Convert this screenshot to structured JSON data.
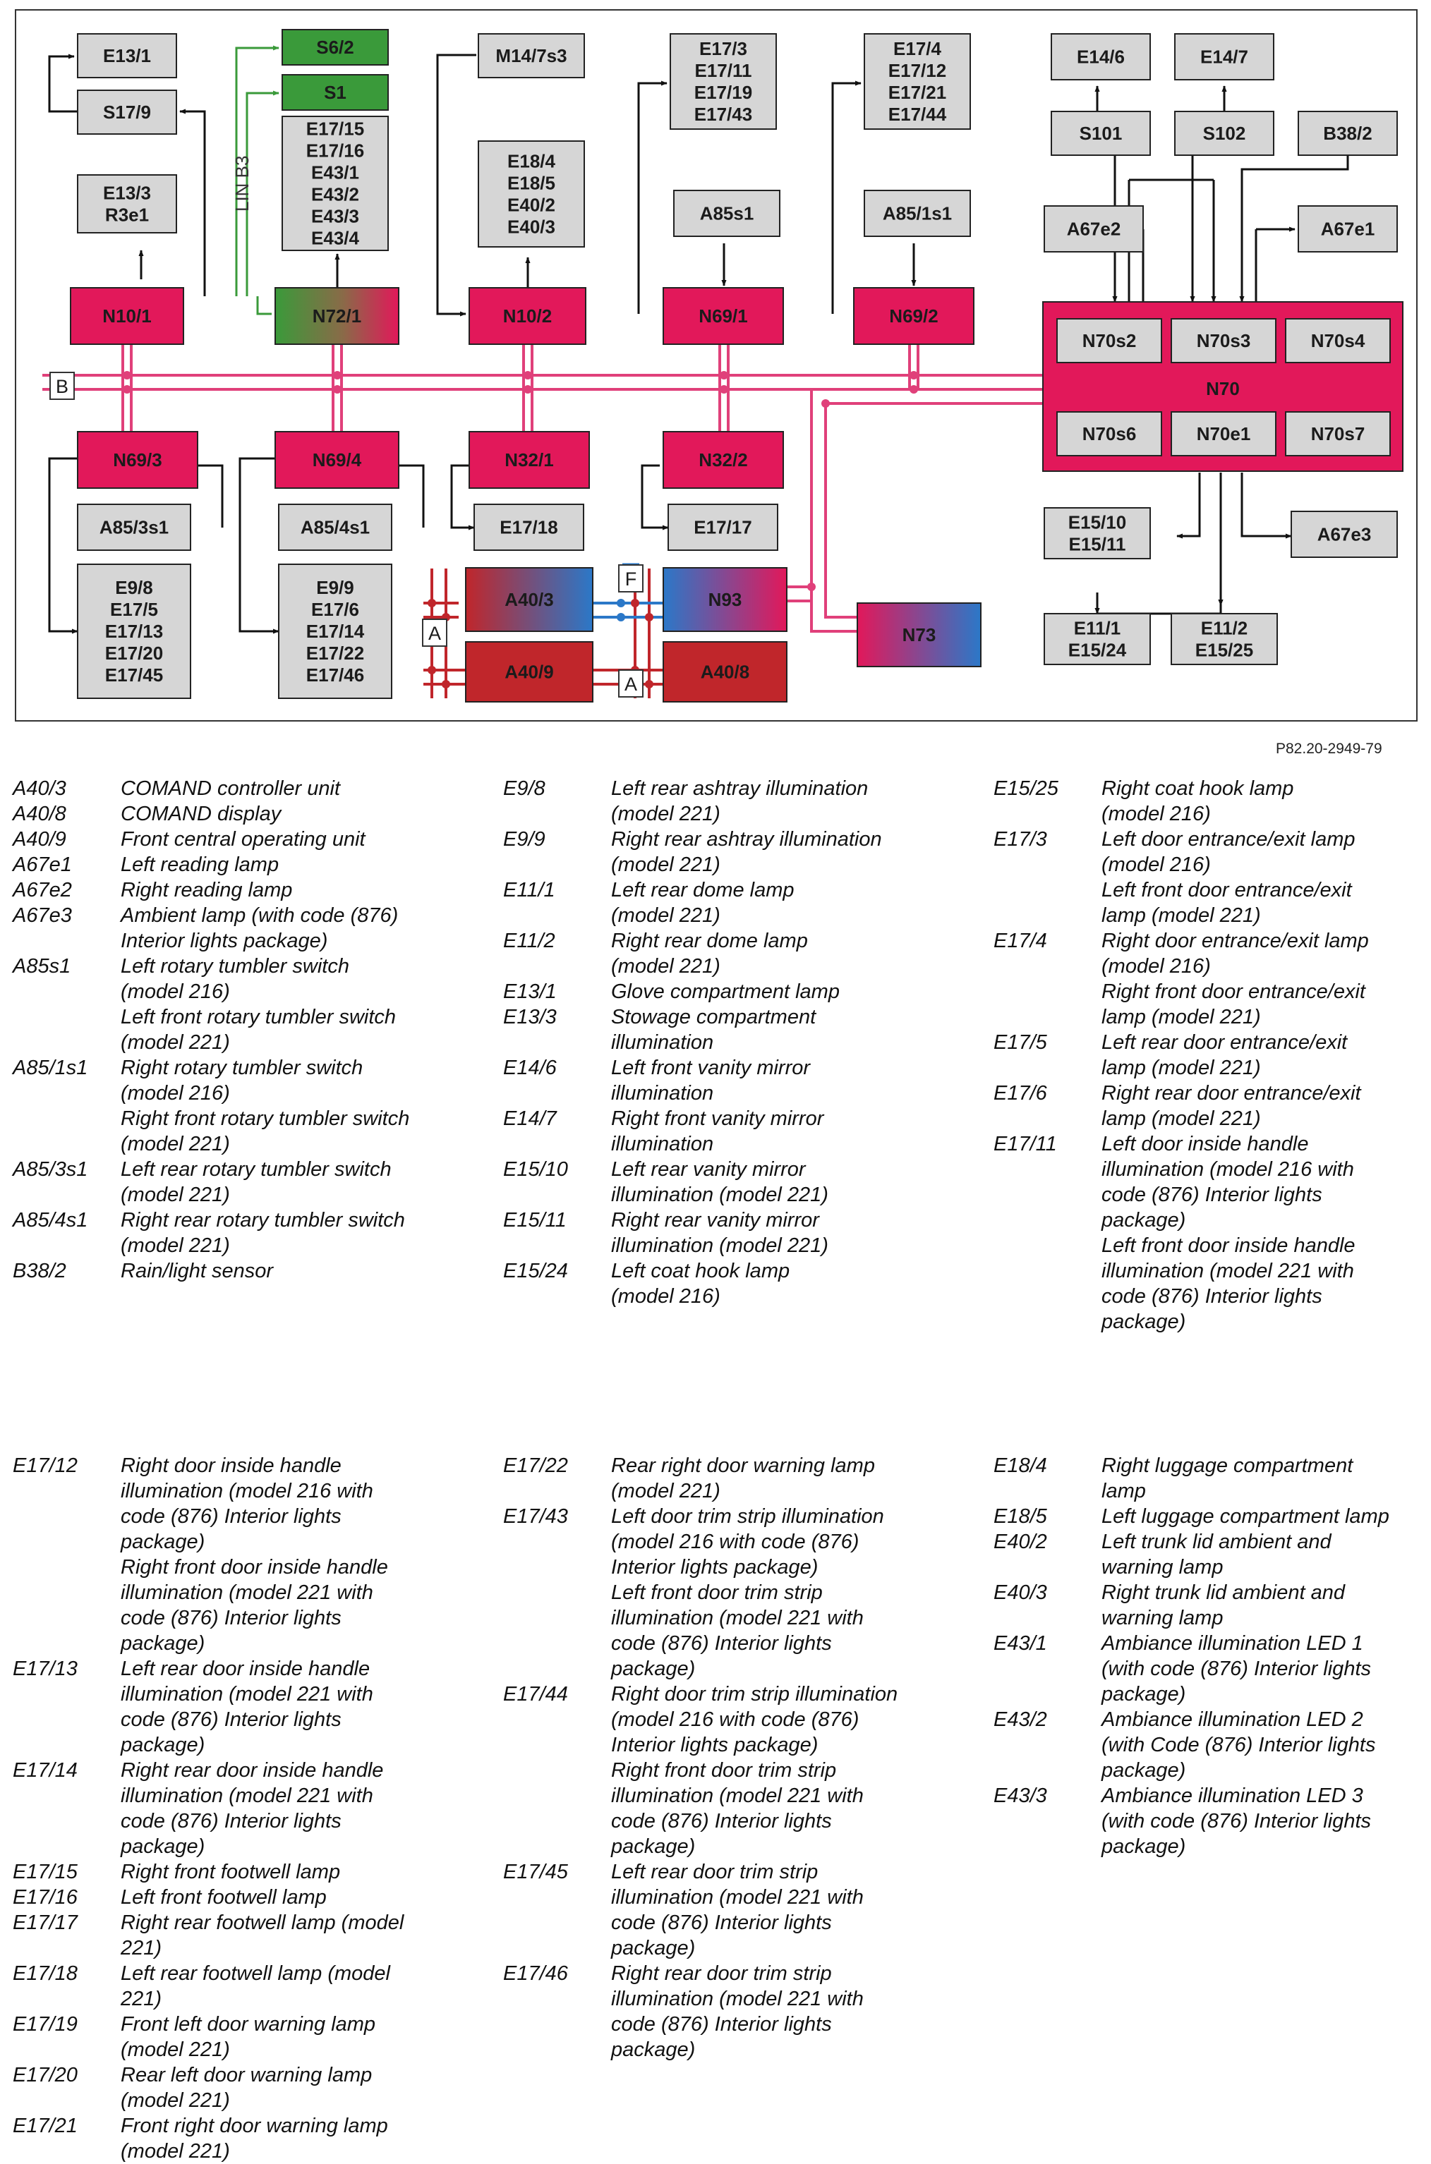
{
  "diagram": {
    "gray_boxes": {
      "E13_1": [
        "E13/1"
      ],
      "S17_9": [
        "S17/9"
      ],
      "E13_3": [
        "E13/3",
        "R3e1"
      ],
      "E17_15": [
        "E17/15",
        "E17/16",
        "E43/1",
        "E43/2",
        "E43/3",
        "E43/4"
      ],
      "M14_7s3": [
        "M14/7s3"
      ],
      "E18_4": [
        "E18/4",
        "E18/5",
        "E40/2",
        "E40/3"
      ],
      "E17_3": [
        "E17/3",
        "E17/11",
        "E17/19",
        "E17/43"
      ],
      "A85s1": [
        "A85s1"
      ],
      "E17_4": [
        "E17/4",
        "E17/12",
        "E17/21",
        "E17/44"
      ],
      "A85_1s1": [
        "A85/1s1"
      ],
      "E14_6": [
        "E14/6"
      ],
      "E14_7": [
        "E14/7"
      ],
      "S101": [
        "S101"
      ],
      "S102": [
        "S102"
      ],
      "B38_2": [
        "B38/2"
      ],
      "A67e2": [
        "A67e2"
      ],
      "A67e1": [
        "A67e1"
      ],
      "N70s2": [
        "N70s2"
      ],
      "N70s3": [
        "N70s3"
      ],
      "N70s4": [
        "N70s4"
      ],
      "N70s6": [
        "N70s6"
      ],
      "N70e1": [
        "N70e1"
      ],
      "N70s7": [
        "N70s7"
      ],
      "A85_3s1": [
        "A85/3s1"
      ],
      "A85_4s1": [
        "A85/4s1"
      ],
      "E17_18": [
        "E17/18"
      ],
      "E17_17": [
        "E17/17"
      ],
      "E9_8": [
        "E9/8",
        "E17/5",
        "E17/13",
        "E17/20",
        "E17/45"
      ],
      "E9_9": [
        "E9/9",
        "E17/6",
        "E17/14",
        "E17/22",
        "E17/46"
      ],
      "E15_10": [
        "E15/10",
        "E15/11"
      ],
      "A67e3": [
        "A67e3"
      ],
      "E11_1": [
        "E11/1",
        "E15/24"
      ],
      "E11_2": [
        "E11/2",
        "E15/25"
      ]
    },
    "green_boxes": {
      "S6_2": "S6/2",
      "S1": "S1"
    },
    "control_units": {
      "N10_1": "N10/1",
      "N72_1": "N72/1",
      "N10_2": "N10/2",
      "N69_1": "N69/1",
      "N69_2": "N69/2",
      "N69_3": "N69/3",
      "N69_4": "N69/4",
      "N32_1": "N32/1",
      "N32_2": "N32/2",
      "N70": "N70",
      "A40_3": "A40/3",
      "N93": "N93",
      "A40_9": "A40/9",
      "A40_8": "A40/8",
      "N73": "N73"
    },
    "bus_labels": {
      "B": "B",
      "A": "A",
      "A2": "A",
      "F": "F",
      "lin": "LIN B3"
    },
    "colors": {
      "red_unit": "#e2185a",
      "green_unit": "#3a9a3a",
      "gray_box": "#d6d6d6",
      "bus_line": "#e0407a",
      "blue_line": "#2b78c8",
      "dark_red": "#c0262b"
    }
  },
  "reference": "P82.20-2949-79",
  "legend": [
    {
      "code": "A40/3",
      "desc": [
        "COMAND controller unit"
      ]
    },
    {
      "code": "A40/8",
      "desc": [
        "COMAND display"
      ]
    },
    {
      "code": "A40/9",
      "desc": [
        "Front central operating unit"
      ]
    },
    {
      "code": "A67e1",
      "desc": [
        "Left reading lamp"
      ]
    },
    {
      "code": "A67e2",
      "desc": [
        "Right reading lamp"
      ]
    },
    {
      "code": "A67e3",
      "desc": [
        "Ambient lamp (with code (876)",
        "Interior lights package)"
      ]
    },
    {
      "code": "A85s1",
      "desc": [
        "Left rotary tumbler switch",
        "(model 216)",
        "Left front rotary tumbler switch",
        "(model 221)"
      ]
    },
    {
      "code": "A85/1s1",
      "desc": [
        "Right rotary tumbler switch",
        "(model 216)",
        "Right front rotary tumbler switch",
        "(model 221)"
      ]
    },
    {
      "code": "A85/3s1",
      "desc": [
        "Left rear rotary tumbler switch",
        "(model 221)"
      ]
    },
    {
      "code": "A85/4s1",
      "desc": [
        "Right rear rotary tumbler switch",
        "(model 221)"
      ]
    },
    {
      "code": "B38/2",
      "desc": [
        "Rain/light sensor"
      ]
    },
    {
      "code": "E9/8",
      "desc": [
        "Left rear ashtray illumination",
        "(model 221)"
      ]
    },
    {
      "code": "E9/9",
      "desc": [
        "Right rear ashtray illumination",
        "(model 221)"
      ]
    },
    {
      "code": "E11/1",
      "desc": [
        "Left rear dome lamp",
        "(model 221)"
      ]
    },
    {
      "code": "E11/2",
      "desc": [
        "Right rear dome lamp",
        "(model 221)"
      ]
    },
    {
      "code": "E13/1",
      "desc": [
        "Glove compartment lamp"
      ]
    },
    {
      "code": "E13/3",
      "desc": [
        "Stowage compartment",
        "illumination"
      ]
    },
    {
      "code": "E14/6",
      "desc": [
        "Left front vanity mirror",
        "illumination"
      ]
    },
    {
      "code": "E14/7",
      "desc": [
        "Right front vanity mirror",
        "illumination"
      ]
    },
    {
      "code": "E15/10",
      "desc": [
        "Left rear vanity mirror",
        "illumination (model 221)"
      ]
    },
    {
      "code": "E15/11",
      "desc": [
        "Right rear vanity mirror",
        "illumination (model 221)"
      ]
    },
    {
      "code": "E15/24",
      "desc": [
        "Left coat hook lamp",
        "(model 216)"
      ]
    },
    {
      "code": "E15/25",
      "desc": [
        "Right coat hook lamp",
        "(model 216)"
      ]
    },
    {
      "code": "E17/3",
      "desc": [
        "Left door entrance/exit lamp",
        "(model 216)",
        "Left front door entrance/exit",
        "lamp (model 221)"
      ]
    },
    {
      "code": "E17/4",
      "desc": [
        "Right door entrance/exit lamp",
        "(model 216)",
        "Right front door entrance/exit",
        "lamp (model 221)"
      ]
    },
    {
      "code": "E17/5",
      "desc": [
        "Left rear door entrance/exit",
        "lamp (model 221)"
      ]
    },
    {
      "code": "E17/6",
      "desc": [
        "Right rear door entrance/exit",
        "lamp (model 221)"
      ]
    },
    {
      "code": "E17/11",
      "desc": [
        "Left door inside handle",
        "illumination (model 216 with",
        "code (876) Interior lights",
        "package)",
        "Left front door inside handle",
        "illumination (model 221 with",
        "code (876) Interior lights",
        "package)"
      ]
    },
    {
      "code": "E17/12",
      "desc": [
        "Right door inside handle",
        "illumination (model 216 with",
        "code (876) Interior lights",
        "package)",
        "Right front door inside handle",
        "illumination (model 221 with",
        "code (876) Interior lights",
        "package)"
      ]
    },
    {
      "code": "E17/13",
      "desc": [
        "Left rear door inside handle",
        "illumination (model 221 with",
        "code (876) Interior lights",
        "package)"
      ]
    },
    {
      "code": "E17/14",
      "desc": [
        "Right rear door inside handle",
        "illumination (model 221 with",
        "code (876) Interior lights",
        "package)"
      ]
    },
    {
      "code": "E17/15",
      "desc": [
        "Right front footwell lamp"
      ]
    },
    {
      "code": "E17/16",
      "desc": [
        "Left front footwell lamp"
      ]
    },
    {
      "code": "E17/17",
      "desc": [
        "Right rear footwell lamp (model",
        "221)"
      ]
    },
    {
      "code": "E17/18",
      "desc": [
        "Left rear footwell lamp (model",
        "221)"
      ]
    },
    {
      "code": "E17/19",
      "desc": [
        "Front left door warning lamp",
        "(model 221)"
      ]
    },
    {
      "code": "E17/20",
      "desc": [
        "Rear left door warning lamp",
        "(model 221)"
      ]
    },
    {
      "code": "E17/21",
      "desc": [
        "Front right door warning lamp",
        "(model 221)"
      ]
    },
    {
      "code": "E17/22",
      "desc": [
        "Rear right door warning lamp",
        "(model 221)"
      ]
    },
    {
      "code": "E17/43",
      "desc": [
        "Left door trim strip illumination",
        "(model 216 with code (876)",
        "Interior lights package)",
        "Left front door trim strip",
        "illumination (model 221 with",
        "code (876) Interior lights",
        "package)"
      ]
    },
    {
      "code": "E17/44",
      "desc": [
        "Right door trim strip illumination",
        "(model 216 with code (876)",
        "Interior lights package)",
        "Right front door trim strip",
        "illumination (model 221 with",
        "code (876) Interior lights",
        "package)"
      ]
    },
    {
      "code": "E17/45",
      "desc": [
        "Left rear door trim strip",
        "illumination (model 221 with",
        "code (876) Interior lights",
        "package)"
      ]
    },
    {
      "code": "E17/46",
      "desc": [
        "Right rear door trim strip",
        "illumination (model 221 with",
        "code (876) Interior lights",
        "package)"
      ]
    },
    {
      "code": "E18/4",
      "desc": [
        "Right luggage compartment",
        "lamp"
      ]
    },
    {
      "code": "E18/5",
      "desc": [
        "Left luggage compartment lamp"
      ]
    },
    {
      "code": "E40/2",
      "desc": [
        "Left trunk lid ambient and",
        "warning lamp"
      ]
    },
    {
      "code": "E40/3",
      "desc": [
        "Right trunk lid ambient and",
        "warning lamp"
      ]
    },
    {
      "code": "E43/1",
      "desc": [
        "Ambiance illumination LED 1",
        "(with code (876) Interior lights",
        "package)"
      ]
    },
    {
      "code": "E43/2",
      "desc": [
        "Ambiance illumination LED 2",
        "(with Code (876) Interior lights",
        "package)"
      ]
    },
    {
      "code": "E43/3",
      "desc": [
        "Ambiance illumination LED 3",
        "(with code (876) Interior lights",
        "package)"
      ]
    }
  ]
}
